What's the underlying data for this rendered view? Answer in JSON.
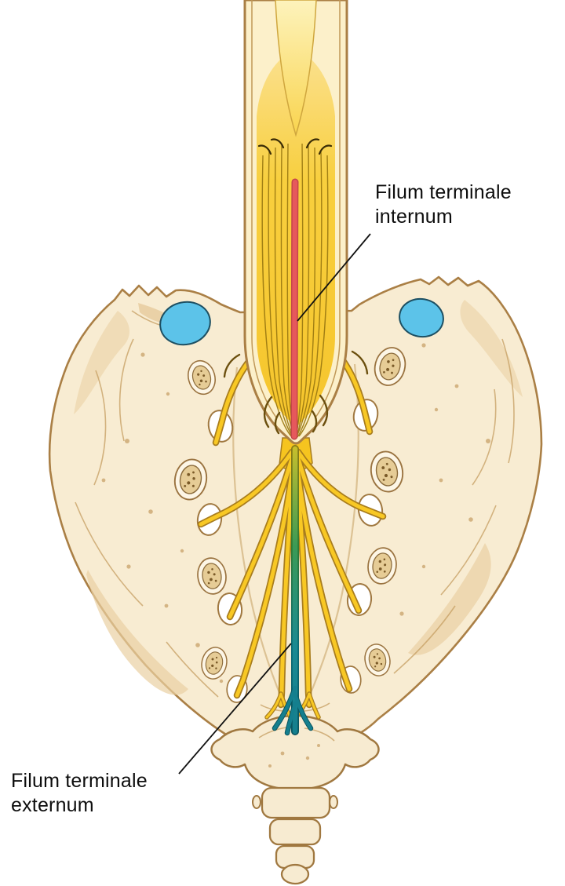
{
  "figure": {
    "labels": {
      "internum": {
        "line1": "Filum terminale",
        "line2": "internum"
      },
      "externum": {
        "line1": "Filum terminale",
        "line2": "externum"
      }
    },
    "colors": {
      "background": "#ffffff",
      "bone_fill": "#f8ecd2",
      "bone_outline": "#aa7f45",
      "bone_shading": "#ead0a2",
      "dura_fill": "#fcf0ca",
      "cauda_equina_yellow": "#f7c832",
      "nerve_yellow": "#f8c824",
      "nerve_outline": "#a87d1e",
      "filum_internum_red": "#e6585c",
      "filum_externum_top": "#c9bf2b",
      "filum_externum_mid": "#3a9a55",
      "filum_externum_teal": "#147f8e",
      "facet_blue": "#5cc3e9",
      "label_text": "#0d0d0d",
      "leader_line": "#111111"
    }
  }
}
